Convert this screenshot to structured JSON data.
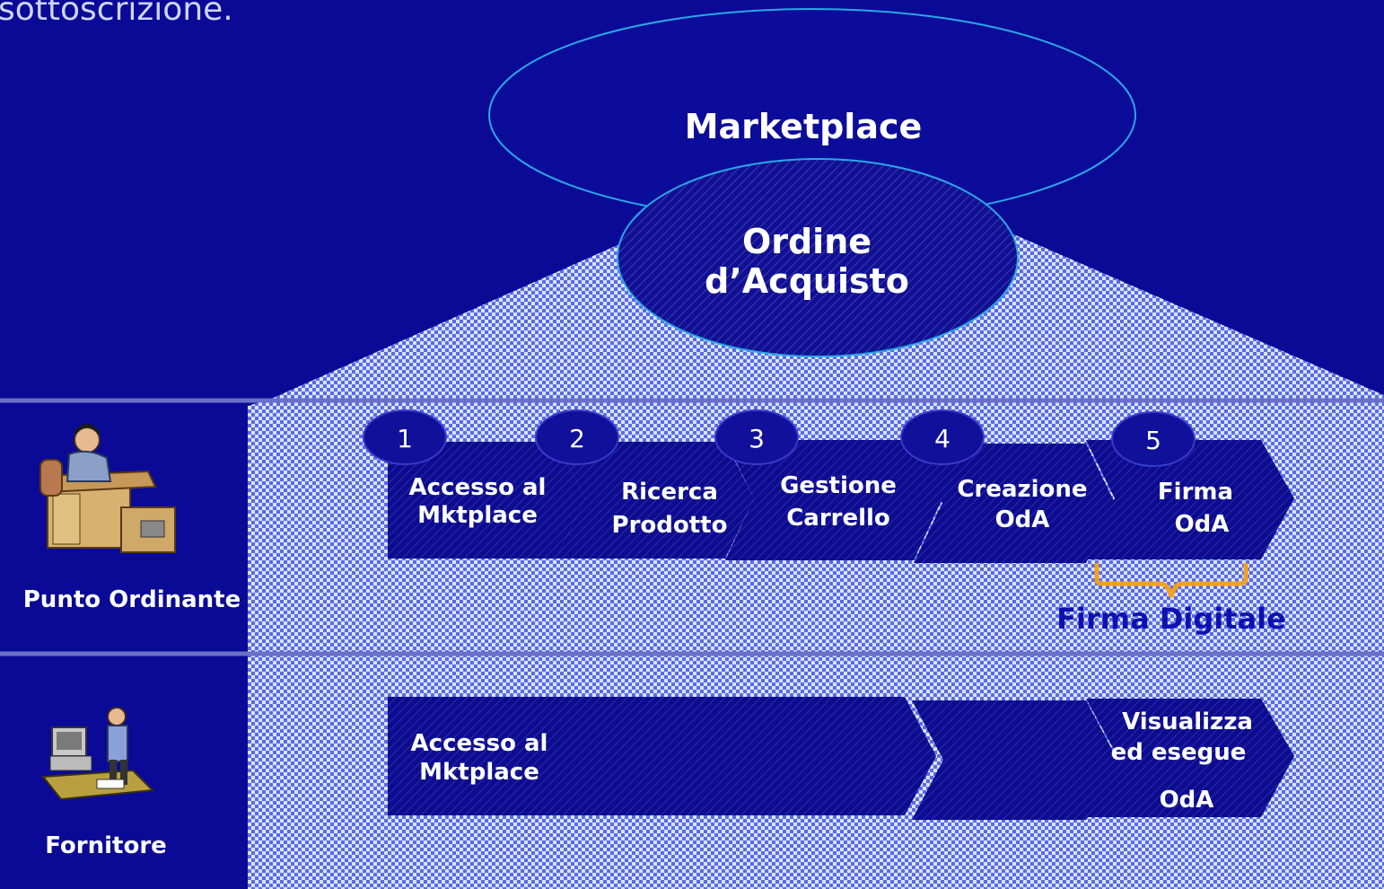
{
  "header_text": "sottoscrizione.",
  "marketplace_label": "Marketplace",
  "order_label": [
    "Ordine",
    "d’Acquisto"
  ],
  "lanes": [
    {
      "actor": "Punto Ordinante",
      "actor_icon": "man-at-desk-icon",
      "steps": [
        {
          "number": "1",
          "lines": [
            "Accesso al",
            "Mktplace"
          ]
        },
        {
          "number": "2",
          "lines": [
            "Ricerca",
            "Prodotto"
          ]
        },
        {
          "number": "3",
          "lines": [
            "Gestione",
            "Carrello"
          ]
        },
        {
          "number": "4",
          "lines": [
            "Creazione",
            "OdA"
          ]
        },
        {
          "number": "5",
          "lines": [
            "Firma",
            "OdA"
          ]
        }
      ],
      "brace_label": "Firma Digitale"
    },
    {
      "actor": "Fornitore",
      "actor_icon": "person-at-computer-icon",
      "steps": [
        {
          "lines": [
            "Accesso al",
            "Mktplace"
          ]
        },
        {
          "lines": []
        },
        {
          "lines": []
        },
        {
          "lines": []
        },
        {
          "lines": [
            "Visualizza",
            "ed esegue",
            "OdA"
          ]
        }
      ]
    }
  ],
  "colors": {
    "background": "#0a0a96",
    "chevron": "#10108a",
    "ellipse_stroke": "#2aa7e6",
    "brace": "#f2a020",
    "label_blue": "#1010b0"
  }
}
